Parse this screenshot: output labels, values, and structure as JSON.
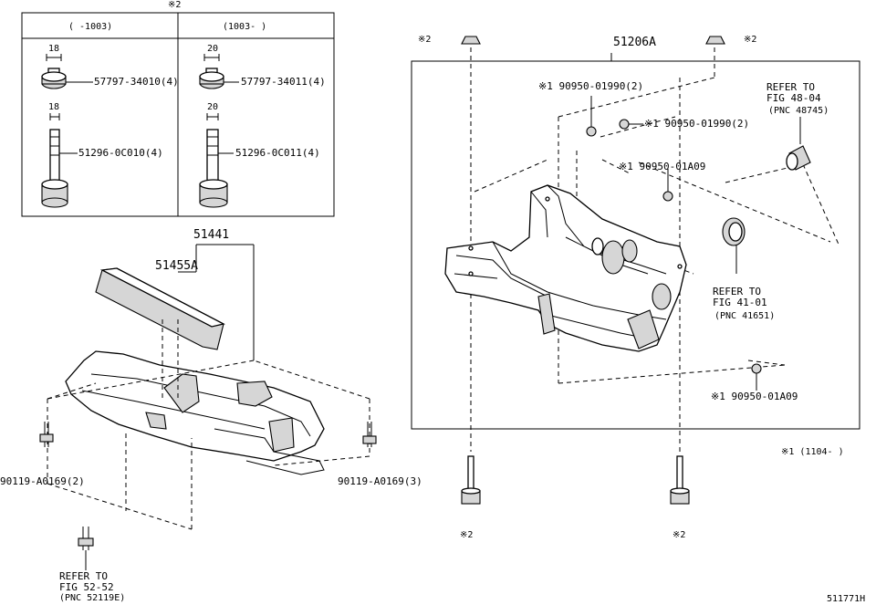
{
  "diagram_id": "511771H",
  "note_mark_top": "※2",
  "inset": {
    "col_left_header": "(    -1003)",
    "col_right_header": "(1003-    )",
    "left": {
      "nut_dim": "18",
      "nut_part": "57797-34010(4)",
      "bolt_dim": "18",
      "bolt_part": "51296-0C010(4)"
    },
    "right": {
      "nut_dim": "20",
      "nut_part": "57797-34011(4)",
      "bolt_dim": "20",
      "bolt_part": "51296-0C011(4)"
    }
  },
  "left_assembly": {
    "part_main": "51441",
    "part_sub": "51455A",
    "bolt_left": "90119-A0169(2)",
    "bolt_right": "90119-A0169(3)",
    "refer": [
      "REFER TO",
      "FIG 52-52",
      "(PNC 52119E)"
    ]
  },
  "right_assembly": {
    "part_main": "51206A",
    "mark_nut_left": "※2",
    "mark_nut_right": "※2",
    "mark_bolt_left": "※2",
    "mark_bolt_right": "※2",
    "clip1": "※1 90950-01990(2)",
    "clip2": "※1 90950-01990(2)",
    "clip3": "※1 90950-01A09",
    "clip4": "※1 90950-01A09",
    "refer_upper": [
      "REFER TO",
      "FIG 48-04",
      "(PNC 48745)"
    ],
    "refer_lower": [
      "REFER TO",
      "FIG 41-01",
      "(PNC 41651)"
    ],
    "footnote": "※1 (1104-    )"
  }
}
